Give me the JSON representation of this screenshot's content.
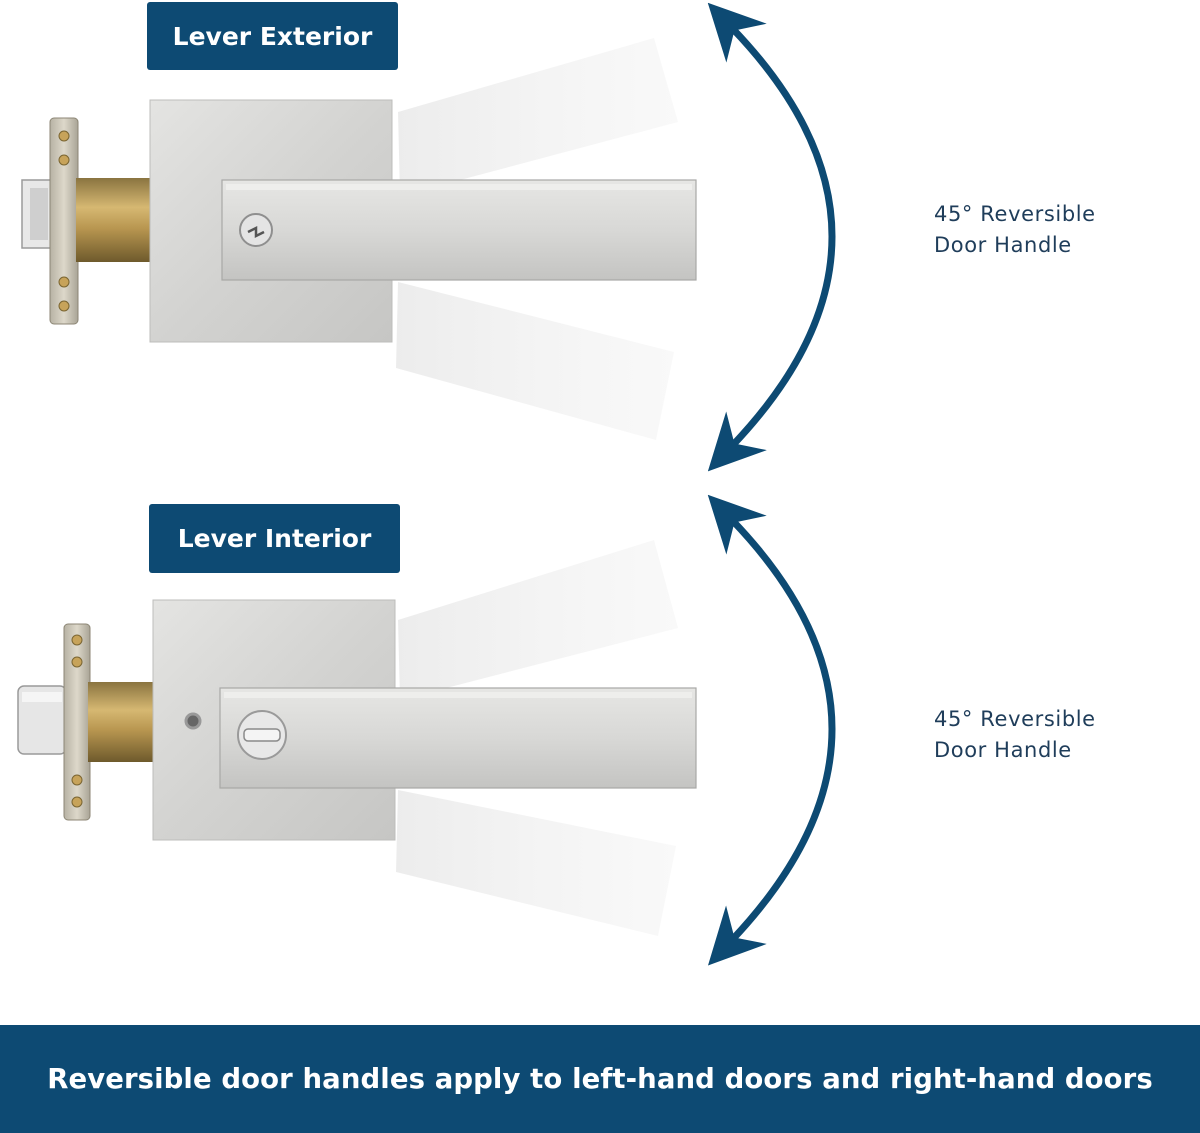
{
  "labels": {
    "exterior": "Lever Exterior",
    "interior": "Lever Interior"
  },
  "captions": {
    "top": {
      "line1": "45° Reversible",
      "line2": "Door Handle"
    },
    "bottom": {
      "line1": "45° Reversible",
      "line2": "Door Handle"
    }
  },
  "footer": {
    "text": "Reversible door handles apply to left-hand doors and right-hand doors"
  },
  "colors": {
    "brand": "#0d4a73",
    "caption_text": "#1f3d5a",
    "background": "#ffffff"
  },
  "rotation_degrees": 45,
  "icons": {
    "arrow": "curved-double-arrow-icon",
    "key_cylinder": "keyhole-icon",
    "privacy_turn": "thumb-turn-icon"
  }
}
